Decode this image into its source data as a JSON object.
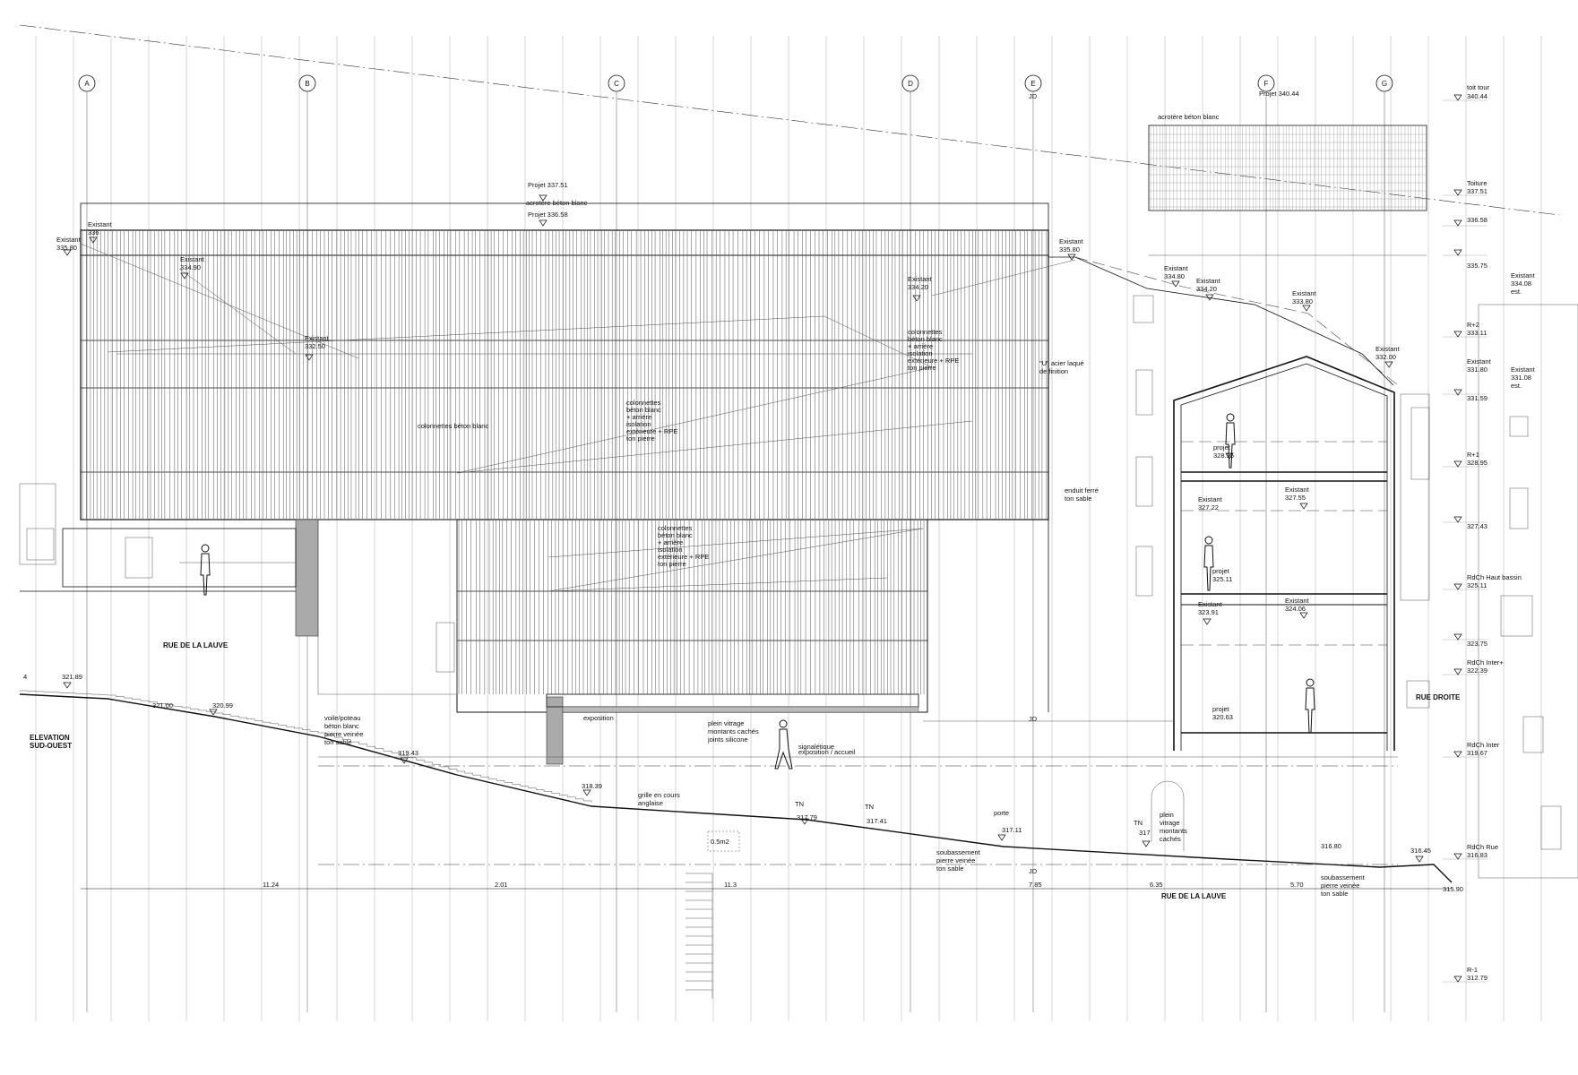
{
  "grid": {
    "axes": [
      "A",
      "B",
      "C",
      "D",
      "E",
      "F",
      "G"
    ],
    "jd": "JD"
  },
  "main_building": {
    "projet_top": "Projet 337.51",
    "acrotere": "acrotère béton blanc",
    "projet_roof": "Projet 336.58",
    "existant_left_label": "Existant",
    "existant_left_value": "335.80",
    "existant_336_label": "Existant",
    "existant_336_value": "336",
    "existant_334_label": "Existant",
    "existant_334_value": "334.90",
    "existant_332_label": "Existant",
    "existant_332_value": "332.50",
    "existant_33420_label": "Existant",
    "existant_33420_value": "334.20",
    "colonnettes_1": "colonnettes béton blanc",
    "colonnettes_2": [
      "colonnettes",
      "béton blanc",
      "+ arrière",
      "isolation",
      "extérieure + RPE",
      "ton pierre"
    ],
    "colonnettes_3": [
      "colonnettes",
      "béton blanc",
      "+ arrière",
      "isolation",
      "extérieure + RPE",
      "ton pierre"
    ],
    "colonnettes_4": [
      "colonnettes",
      "béton blanc",
      "+ arrière",
      "isolation",
      "extérieure + RPE",
      "ton pierre"
    ]
  },
  "middle_building": {
    "existant_label": "Existant",
    "existant_value": "335.80",
    "u_acier": [
      "\"U\" acier laqué",
      "de finition"
    ],
    "enduit": [
      "enduit ferré",
      "ton sable"
    ]
  },
  "tower": {
    "projet": "Projet 340.44",
    "acrotere": "acrotère béton blanc",
    "existant_a_label": "Existant",
    "existant_a_value": "334.80",
    "existant_b_label": "Existant",
    "existant_b_value": "334.20",
    "existant_c_label": "Existant",
    "existant_c_value": "333.80",
    "existant_d_label": "Existant",
    "existant_d_value": "332.00"
  },
  "section_house": {
    "projet_1_label": "projet",
    "projet_1_value": "328.95",
    "existant_1_label": "Existant",
    "existant_1_value": "327.22",
    "existant_2_label": "Existant",
    "existant_2_value": "327.55",
    "projet_2_label": "projet",
    "projet_2_value": "325.11",
    "existant_3_label": "Existant",
    "existant_3_value": "323.91",
    "existant_4_label": "Existant",
    "existant_4_value": "324.06",
    "projet_3_label": "projet",
    "projet_3_value": "320.63"
  },
  "levels": [
    {
      "name": "toit tour",
      "value": "340.44"
    },
    {
      "name": "Toiture",
      "value": "337.51"
    },
    {
      "name": "",
      "value": "336.58"
    },
    {
      "name": "",
      "value": "335.75"
    },
    {
      "name": "R+2",
      "value": "333.11"
    },
    {
      "name": "Existant",
      "value": "331.80"
    },
    {
      "name": "",
      "value": "331.59"
    },
    {
      "name": "R+1",
      "value": "328.95"
    },
    {
      "name": "",
      "value": "327.43"
    },
    {
      "name": "RdCh Haut bassin",
      "value": "325.11"
    },
    {
      "name": "",
      "value": "323.75"
    },
    {
      "name": "RdCh Inter+",
      "value": "322.39"
    },
    {
      "name": "RdCh Inter",
      "value": "319.67"
    },
    {
      "name": "RdCh Rue",
      "value": "316.83"
    },
    {
      "name": "R-1",
      "value": "312.79"
    }
  ],
  "right_edge": {
    "existant_1": [
      "Existant",
      "334.08",
      "est."
    ],
    "existant_2": [
      "Existant",
      "331.08",
      "est."
    ],
    "rue_droite": "RUE DROITE"
  },
  "street": {
    "rue_lauve_top": "RUE DE LA LAUVE",
    "rue_lauve_bottom": "RUE DE LA LAUVE",
    "elevation": [
      "ELEVATION",
      "SUD-OUEST"
    ],
    "marker": "4",
    "h_321_89": "321.89",
    "h_321_00": "321.00",
    "h_320_99": "320.99",
    "h_319_43": "319.43",
    "h_318_39": "318.39",
    "h_317_79": "317.79",
    "h_317_41": "317.41",
    "h_317_11": "317.11",
    "h_317": "317",
    "h_316_80": "316.80",
    "h_316_45": "316.45",
    "h_315_90": "315.90",
    "tn1": "TN",
    "tn2": "TN",
    "tn3": "TN",
    "voile": [
      "voile/poteau",
      "béton blanc",
      "pierre veinée",
      "ton sable"
    ],
    "exposition": "exposition",
    "plein_vitrage": [
      "plein vitrage",
      "montants cachés",
      "joints silicone"
    ],
    "grille": [
      "grille en cours",
      "anglaise"
    ],
    "area": "0.5m2",
    "porte": "porte",
    "plein_vitrage_2": [
      "plein",
      "vitrage",
      "montants",
      "cachés"
    ],
    "soubassement_1": [
      "soubassement",
      "pierre veinée",
      "ton sable"
    ],
    "soubassement_2": [
      "soubassement",
      "pierre veinée",
      "ton sable"
    ],
    "small_note": [
      "signalétique",
      "exposition / accueil"
    ]
  },
  "dimensions": [
    "11.24",
    "2.01",
    "11.3",
    "7.85",
    "6.35",
    "5.70"
  ]
}
